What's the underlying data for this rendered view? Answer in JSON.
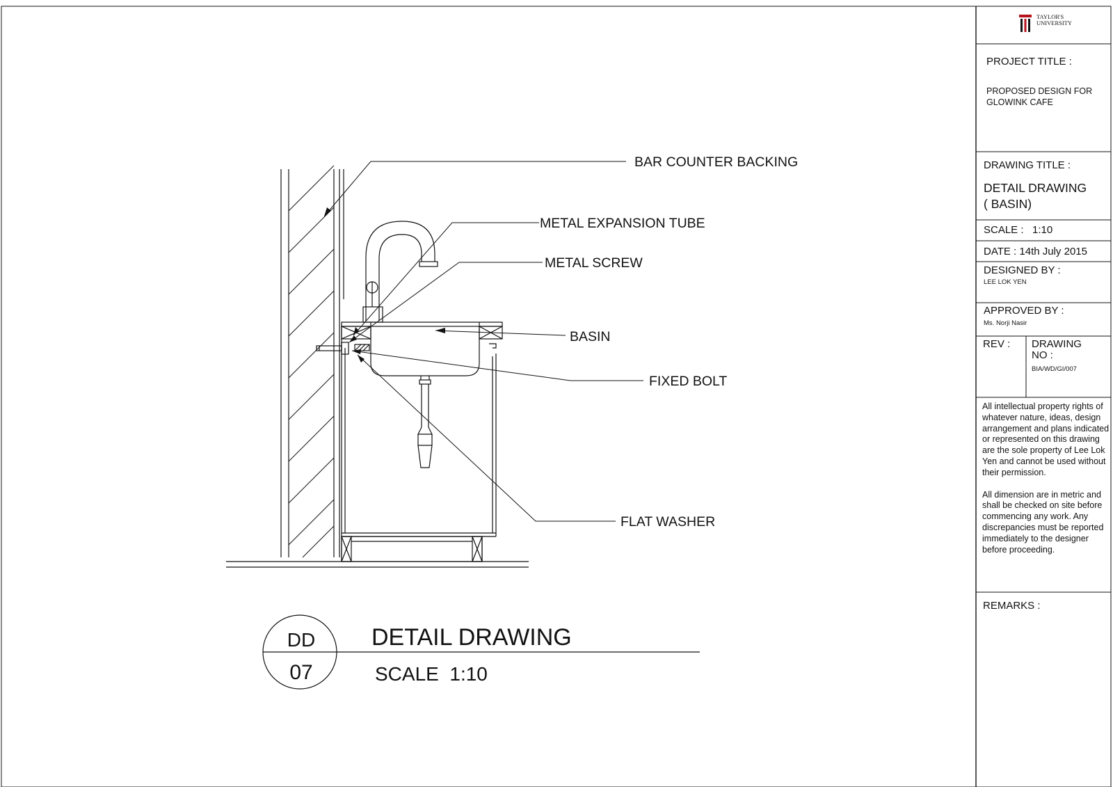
{
  "drawing": {
    "callouts": {
      "bar_counter_backing": "BAR COUNTER BACKING",
      "metal_expansion_tube": "METAL EXPANSION TUBE",
      "metal_screw": "METAL SCREW",
      "basin": "BASIN",
      "fixed_bolt": "FIXED BOLT",
      "flat_washer": "FLAT WASHER"
    },
    "bubble": {
      "top": "DD",
      "bottom": "07"
    },
    "caption_title": "DETAIL DRAWING",
    "caption_scale": "SCALE  1:10"
  },
  "title_block": {
    "logo": {
      "name_line1": "TAYLOR'S",
      "name_line2": "UNIVERSITY",
      "icon": "taylors-crest-icon"
    },
    "project_title_label": "PROJECT TITLE :",
    "project_title_line1": "PROPOSED DESIGN FOR",
    "project_title_line2": "GLOWINK CAFE",
    "drawing_title_label": "DRAWING TITLE :",
    "drawing_title_line1": "DETAIL DRAWING",
    "drawing_title_line2": "( BASIN)",
    "scale": "SCALE :   1:10",
    "date": "DATE : 14th July 2015",
    "designed_by_label": "DESIGNED BY :",
    "designed_by": "LEE LOK YEN",
    "approved_by_label": "APPROVED BY :",
    "approved_by": "Ms. Norji Nasir",
    "rev_label": "REV :",
    "drawing_no_label_line1": "DRAWING",
    "drawing_no_label_line2": "NO :",
    "drawing_no": "BIA/WD/GI/007",
    "note_ip": "All intellectual property rights of whatever nature, ideas, design arrangement and plans indicated or represented on this drawing are the sole property of Lee Lok Yen and cannot be used without their permission.",
    "note_dimensions": "All dimension are in metric and shall be checked on site before commencing any work. Any discrepancies must be reported immediately to the designer before proceeding.",
    "remarks_label": "REMARKS :"
  },
  "colors": {
    "line": "#111111",
    "paper": "#ffffff",
    "crest_red": "#b5121b"
  }
}
